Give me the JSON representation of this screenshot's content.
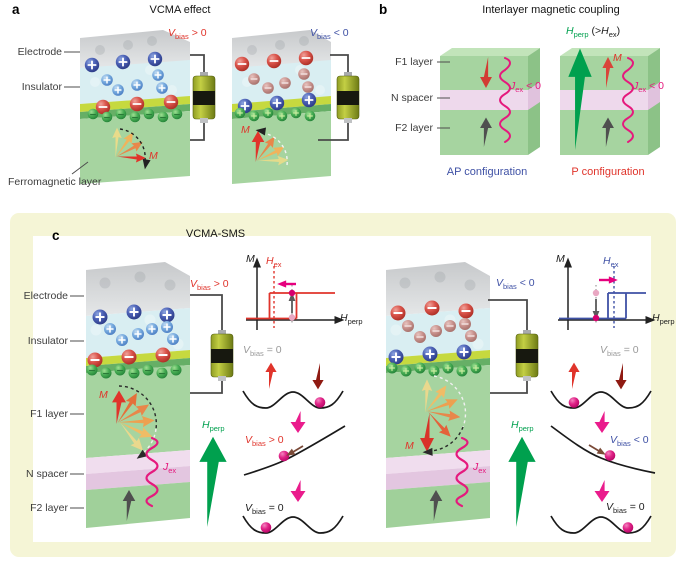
{
  "figure": {
    "a": {
      "panel_label": "a",
      "title": "VCMA effect",
      "electrode": "Electrode",
      "insulator": "Insulator",
      "ferromagnet": "Ferromagnetic layer",
      "bias_pos": {
        "sym": "V",
        "sub": "bias",
        "rel": " > 0"
      },
      "bias_neg": {
        "sym": "V",
        "sub": "bias",
        "rel": " < 0"
      },
      "m": "M"
    },
    "b": {
      "panel_label": "b",
      "title": "Interlayer magnetic coupling",
      "f1": "F1 layer",
      "spacer": "N spacer",
      "f2": "F2 layer",
      "hperp": {
        "sym": "H",
        "sub": "perp",
        "paren_open": " (>",
        "hex_sym": "H",
        "hex_sub": "ex",
        "paren_close": ")"
      },
      "m": "M",
      "jex": {
        "sym": "J",
        "sub": "ex",
        "rel": " < 0"
      },
      "ap_caption": "AP configuration",
      "p_caption": "P configuration"
    },
    "c": {
      "panel_label": "c",
      "title": "VCMA-SMS",
      "electrode": "Electrode",
      "insulator": "Insulator",
      "f1": "F1 layer",
      "spacer": "N spacer",
      "f2": "F2 layer",
      "bias_pos": {
        "sym": "V",
        "sub": "bias",
        "rel": " > 0"
      },
      "bias_neg": {
        "sym": "V",
        "sub": "bias",
        "rel": " < 0"
      },
      "bias_zero": {
        "sym": "V",
        "sub": "bias",
        "rel": " = 0"
      },
      "m": "M",
      "hperp": {
        "sym": "H",
        "sub": "perp"
      },
      "jex": {
        "sym": "J",
        "sub": "ex"
      },
      "plot": {
        "ylabel": "M",
        "xlabel_sym": "H",
        "xlabel_sub": "perp",
        "hex_sym": "H",
        "hex_sub": "ex"
      }
    }
  },
  "icons": {
    "plus_charge": "+",
    "minus_charge": "−"
  },
  "colors": {
    "accent_red": "#e0342b",
    "accent_blue": "#3f51a5",
    "magenta": "#e6007e",
    "pink_coupling": "#e5197d",
    "green_field": "#00a04e",
    "panel_c_bg": "#f5f5d6",
    "block_green": "#a6d4a0",
    "spacer_pink": "#eed9ec"
  }
}
